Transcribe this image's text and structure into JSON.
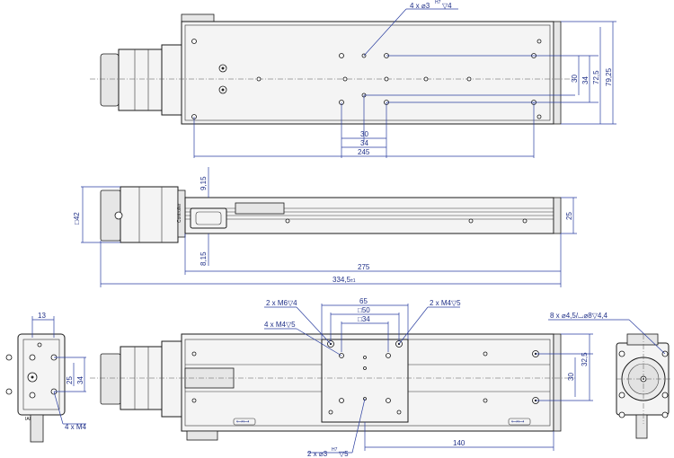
{
  "top_view": {
    "callout": "4 x ⌀3",
    "callout_fit": "H7",
    "callout_depth": "▽4",
    "dims": {
      "spacing_a": "30",
      "spacing_b": "34",
      "length": "245",
      "v_a": "30",
      "v_b": "34",
      "width": "72,5",
      "overall": "79,25"
    }
  },
  "side_view": {
    "dims": {
      "top_offset": "9,15",
      "bottom_offset": "8,15",
      "motor": "□42",
      "height": "25",
      "body_length": "275",
      "total_length": "334,5",
      "total_tol": "±1"
    },
    "logo_text": "Controller"
  },
  "front_view": {
    "dims": {
      "width": "13",
      "h_a": "25",
      "h_b": "34"
    },
    "callout": "4 x M4",
    "label": "IAI"
  },
  "bottom_view": {
    "callouts": {
      "m6": "2 x M6▽4",
      "m4": "4 x M4▽5",
      "m5": "2 x M4▽5",
      "pins": "2 x ⌀3",
      "pins_fit": "H7",
      "pins_depth": "▽5"
    },
    "dims": {
      "w65": "65",
      "sq50": "□50",
      "sq34": "□34",
      "h32": "32,5",
      "h30": "30",
      "len140": "140"
    },
    "slide_labels": [
      "⟷⟷",
      "⟷⟷"
    ]
  },
  "end_view": {
    "callout": "8 x ⌀4,5/⌴⌀8▽4,4"
  }
}
